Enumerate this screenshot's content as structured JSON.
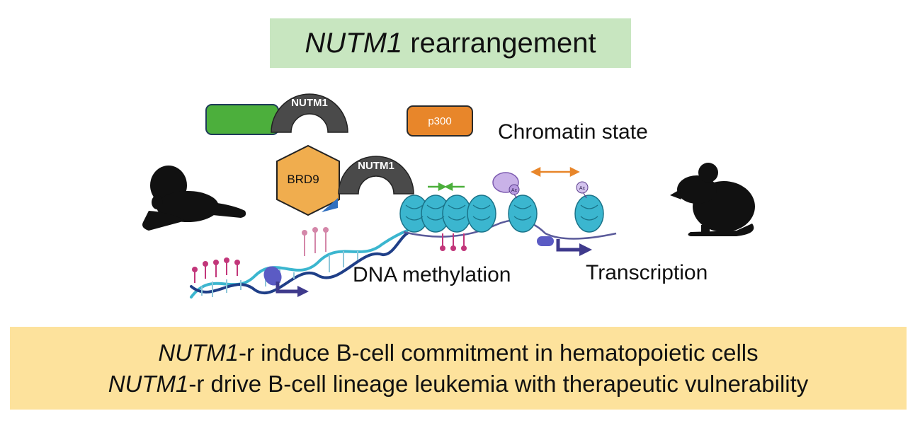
{
  "title": {
    "gene": "NUTM1",
    "rest": " rearrangement"
  },
  "proteins": {
    "nutm1_top": "NUTM1",
    "p300": "p300",
    "brd9": "BRD9",
    "nutm1_mid": "NUTM1",
    "ac_1": "Ac",
    "ac_2": "Ac"
  },
  "labels": {
    "chromatin_state": "Chromatin state",
    "dna_methylation": "DNA methylation",
    "transcription": "Transcription"
  },
  "conclusions": [
    {
      "gene": "NUTM1",
      "rest": "-r induce B-cell commitment in hematopoietic cells"
    },
    {
      "gene": "NUTM1",
      "rest": "-r drive B-cell lineage leukemia with therapeutic vulnerability"
    }
  ],
  "colors": {
    "title_bg": "#c8e6c0",
    "bottom_bg": "#fde29c",
    "fusion_partner": "#4caf3c",
    "nutm1": "#4a4a4a",
    "p300": "#e8862a",
    "brd9": "#f0ad4e",
    "nucleosome": "#3bb6cf",
    "methyl": "#c2367a",
    "transcription_arrow": "#3f3a8c"
  }
}
